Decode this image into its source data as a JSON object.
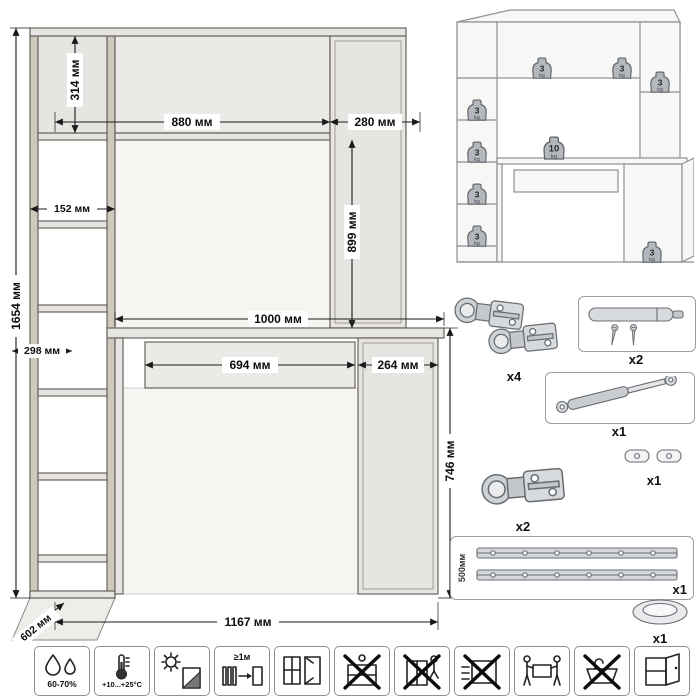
{
  "dimensions": {
    "total_height": "1654 мм",
    "hutch_height": "314 мм",
    "hutch_width": "880 мм",
    "top_right_width": "280 мм",
    "right_column_height": "899 мм",
    "shelf_width": "152 мм",
    "lower_shelf_width": "298 мм",
    "desktop_width": "1000 мм",
    "drawer_width": "694 мм",
    "pedestal_width": "264 мм",
    "desk_height": "746 мм",
    "depth": "602 мм",
    "total_width": "1167 мм"
  },
  "load_limits": {
    "weights": [
      {
        "value": "3",
        "unit": "kg"
      },
      {
        "value": "3",
        "unit": "kg"
      },
      {
        "value": "3",
        "unit": "kg"
      },
      {
        "value": "3",
        "unit": "kg"
      },
      {
        "value": "3",
        "unit": "kg"
      },
      {
        "value": "3",
        "unit": "kg"
      },
      {
        "value": "10",
        "unit": "kg"
      },
      {
        "value": "3",
        "unit": "kg"
      },
      {
        "value": "3",
        "unit": "kg"
      }
    ]
  },
  "hardware": {
    "hinges_top": {
      "qty": "x4"
    },
    "dampers": {
      "qty": "x2"
    },
    "gas_lift": {
      "qty": "x1"
    },
    "fittings": {
      "qty": "x1"
    },
    "hinges_mid": {
      "qty": "x2"
    },
    "slides": {
      "qty": "x1",
      "length": "500мм"
    },
    "bowl": {
      "qty": "x1"
    }
  },
  "care": {
    "humidity": "60-70%",
    "temperature": "+10...+25°C",
    "distance": "≥1м"
  }
}
